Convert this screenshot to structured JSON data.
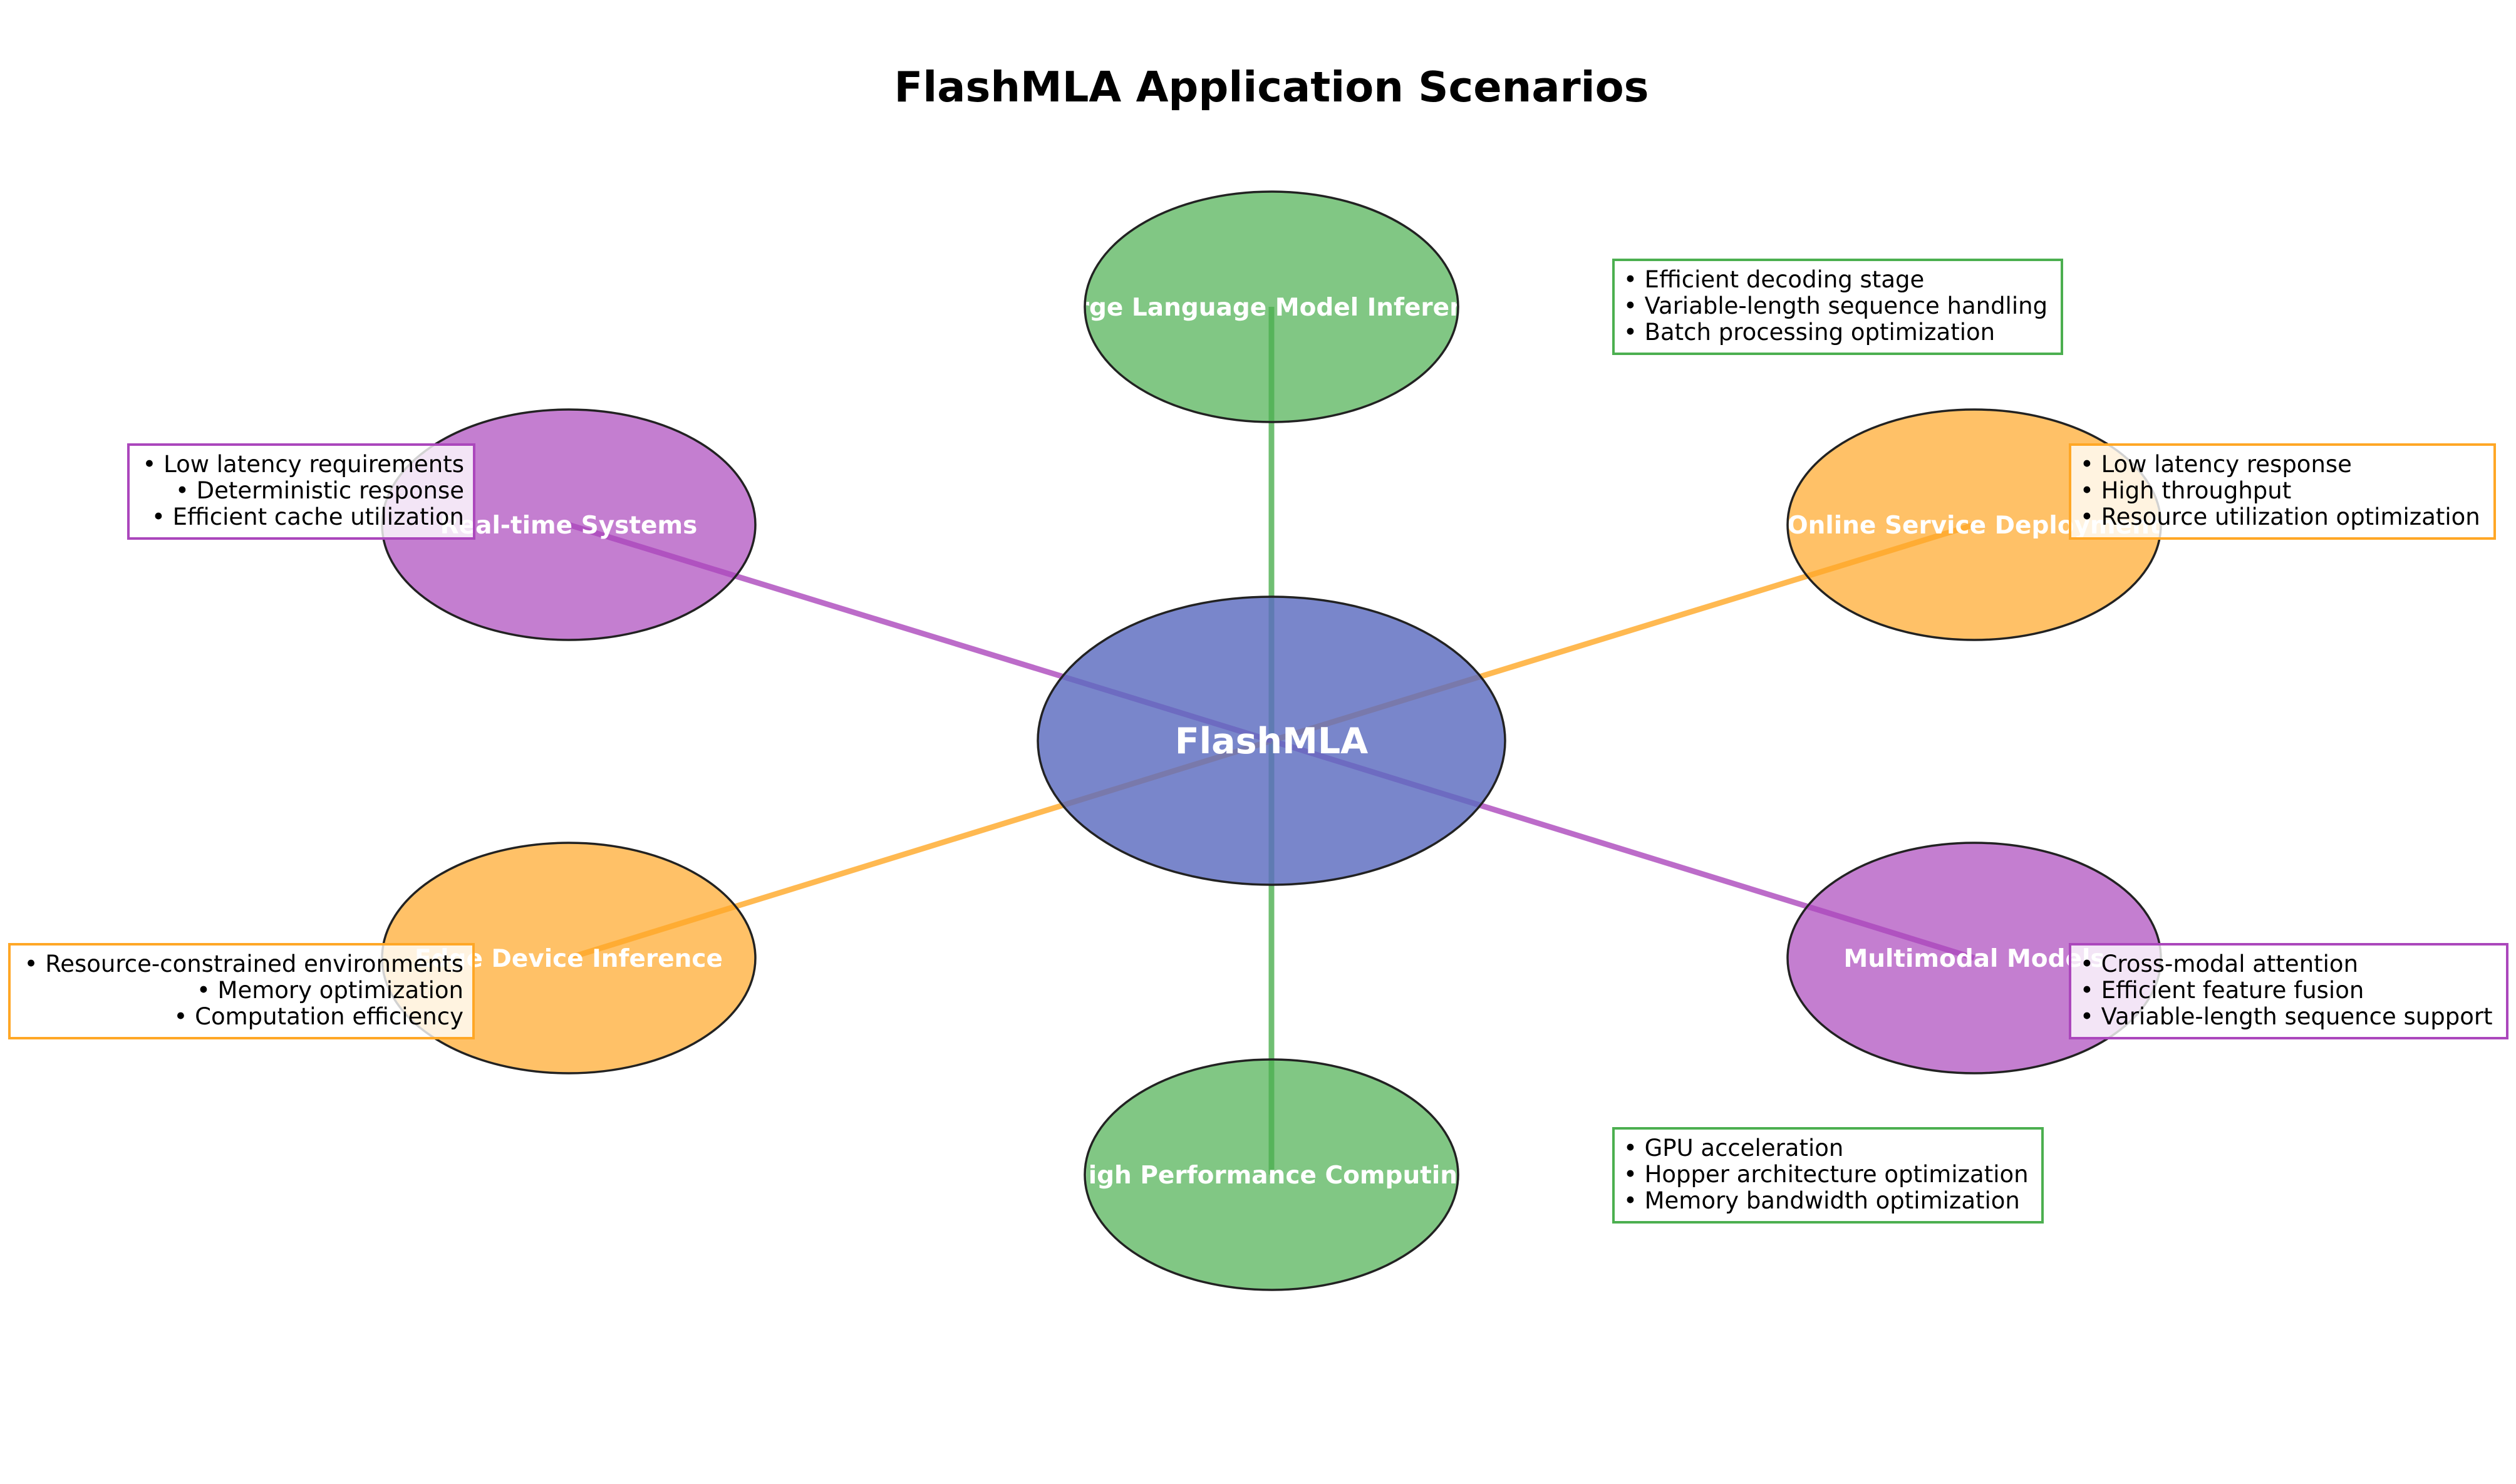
{
  "title": "FlashMLA Application Scenarios",
  "center": {
    "label": "FlashMLA",
    "color": "#5c6bc0"
  },
  "colors": {
    "green": "#4caf50",
    "orange": "#ffa726",
    "purple": "#ab47bc"
  },
  "scenarios": [
    {
      "id": "llm",
      "label": "Large Language Model Inference",
      "color": "#4caf50",
      "features": [
        "• Efficient decoding stage",
        "• Variable-length sequence handling",
        "• Batch processing optimization"
      ]
    },
    {
      "id": "online",
      "label": "Online Service Deployment",
      "color": "#ffa726",
      "features": [
        "• Low latency response",
        "• High throughput",
        "• Resource utilization optimization"
      ]
    },
    {
      "id": "multimodal",
      "label": "Multimodal Models",
      "color": "#ab47bc",
      "features": [
        "• Cross-modal attention",
        "• Efficient feature fusion",
        "• Variable-length sequence support"
      ]
    },
    {
      "id": "hpc",
      "label": "High Performance Computing",
      "color": "#4caf50",
      "features": [
        "• GPU acceleration",
        "• Hopper architecture optimization",
        "• Memory bandwidth optimization"
      ]
    },
    {
      "id": "edge",
      "label": "Edge Device Inference",
      "color": "#ffa726",
      "features": [
        "• Resource-constrained environments",
        "• Memory optimization",
        "• Computation efficiency"
      ]
    },
    {
      "id": "realtime",
      "label": "Real-time Systems",
      "color": "#ab47bc",
      "features": [
        "• Low latency requirements",
        "• Deterministic response",
        "• Efficient cache utilization"
      ]
    }
  ]
}
